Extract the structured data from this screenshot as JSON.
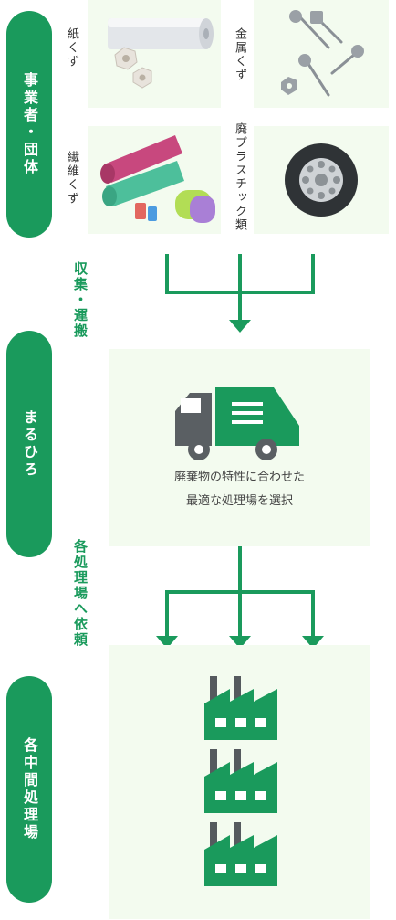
{
  "stages": {
    "business": "事業者・団体",
    "maruhiro": "まるひろ",
    "facilities": "各中間処理場"
  },
  "steps": {
    "collection": "収集・運搬",
    "request": "各処理場へ依頼"
  },
  "categories": {
    "paper": "紙くず",
    "metal": "金属くず",
    "textile": "繊維くず",
    "plastic": "廃プラスチック類"
  },
  "maruhiro_caption": {
    "line1": "廃棄物の特性に合わせた",
    "line2": "最適な処理場を選択"
  },
  "icons": [
    "paper-rolls-icon",
    "metal-screws-icon",
    "textile-rolls-icon",
    "tire-icon",
    "truck-icon",
    "factory-icon"
  ],
  "colors": {
    "accent": "#1a9a5c",
    "panel": "#f3fbef",
    "label_text": "#1a9a5c",
    "white": "#ffffff"
  }
}
